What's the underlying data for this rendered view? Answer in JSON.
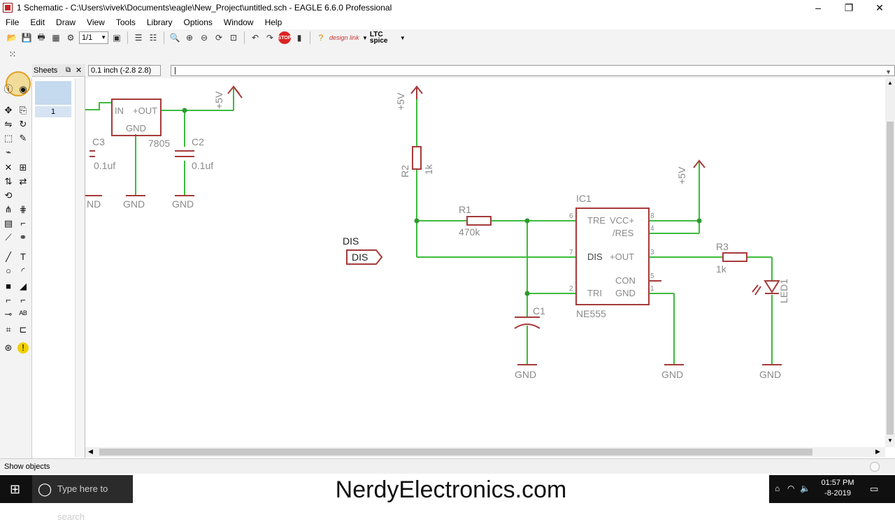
{
  "window": {
    "title": "1 Schematic - C:\\Users\\vivek\\Documents\\eagle\\New_Project\\untitled.sch - EAGLE 6.6.0 Professional",
    "minimize": "–",
    "restore": "❐",
    "close": "✕"
  },
  "menu": [
    "File",
    "Edit",
    "Draw",
    "View",
    "Tools",
    "Library",
    "Options",
    "Window",
    "Help"
  ],
  "toolbar": {
    "sheet_select": "1/1",
    "designlink": "design link",
    "ltcspice": "LTC spice"
  },
  "command": {
    "coordinate": "0.1 inch (-2.8 2.8)",
    "input": "|"
  },
  "sheets_panel": {
    "title": "Sheets",
    "sheet_number": "1"
  },
  "schematic": {
    "labels": {
      "in": "IN",
      "out": "+OUT",
      "gnd": "GND",
      "reg": "7805",
      "c3": "C3",
      "c3_val": "0.1uf",
      "c2": "C2",
      "c2_val": "0.1uf",
      "nd_left": "ND",
      "gnd1": "GND",
      "gnd2": "GND",
      "p5v_a": "+5V",
      "p5v_b": "+5V",
      "p5v_c": "+5V",
      "r2": "R2",
      "r2_val": "1k",
      "r1": "R1",
      "r1_val": "470k",
      "ic1": "IC1",
      "ic1_val": "NE555",
      "pin_tre": "TRE",
      "pin_vcc": "VCC+",
      "pin_res": "/RES",
      "pin_dis": "DIS",
      "pin_out": "+OUT",
      "pin_con": "CON",
      "pin_tri": "TRI",
      "pin_gnd": "GND",
      "pin6": "6",
      "pin8": "8",
      "pin4": "4",
      "pin7": "7",
      "pin3": "3",
      "pin5": "5",
      "pin2": "2",
      "pin1": "1",
      "c1": "C1",
      "r3": "R3",
      "r3_val": "1k",
      "led1": "LED1",
      "dis_label": "DIS",
      "dis_port": "DIS",
      "gnd3": "GND",
      "gnd4": "GND",
      "gnd5": "GND"
    }
  },
  "status": {
    "text": "Show objects"
  },
  "taskbar": {
    "search_placeholder": "Type here to search",
    "watermark": "NerdyElectronics.com",
    "time": "01:57 PM",
    "date": "-8-2019"
  },
  "colors": {
    "wire": "#3dbb3d",
    "part": "#a63a3a",
    "text": "#8a8a8a",
    "junction": "#2a9a2a"
  }
}
